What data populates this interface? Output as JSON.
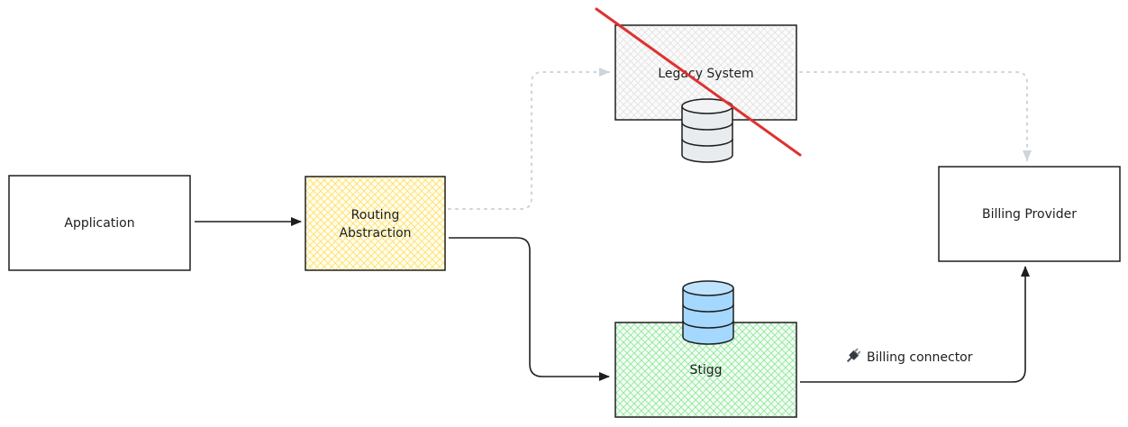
{
  "nodes": {
    "application": {
      "label": "Application"
    },
    "routing": {
      "label_line1": "Routing",
      "label_line2": "Abstraction",
      "fill": "#ffec99"
    },
    "legacy": {
      "label": "Legacy System",
      "status": "crossed-out",
      "cross_color": "#e03131"
    },
    "stigg": {
      "label": "Stigg",
      "fill": "#b2f2bb"
    },
    "billing_provider": {
      "label": "Billing Provider"
    }
  },
  "databases": {
    "legacy_db": {
      "color": "#e9ecef"
    },
    "stigg_db": {
      "color": "#a5d8ff"
    }
  },
  "edges": {
    "billing_connector": {
      "label": "Billing connector",
      "icon": "plug-icon"
    }
  },
  "colors": {
    "stroke": "#1e1e1e",
    "dotted": "#ced4da"
  }
}
